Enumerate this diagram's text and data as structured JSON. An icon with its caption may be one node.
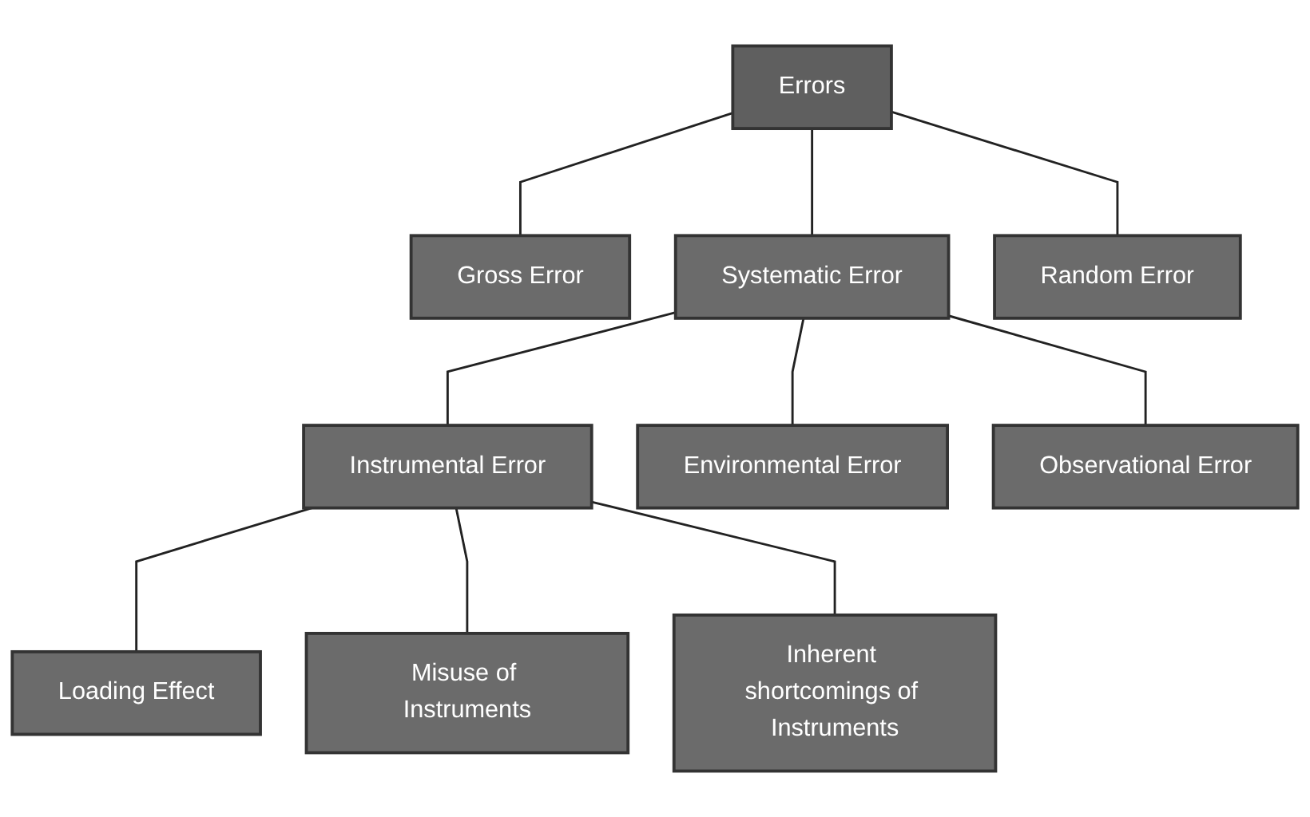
{
  "diagram": {
    "nodes": [
      {
        "text": [
          "Errors"
        ]
      },
      {
        "text": [
          "Gross Error"
        ]
      },
      {
        "text": [
          "Systematic Error"
        ]
      },
      {
        "text": [
          "Random Error"
        ]
      },
      {
        "text": [
          "Instrumental Error"
        ]
      },
      {
        "text": [
          "Environmental Error"
        ]
      },
      {
        "text": [
          "Observational Error"
        ]
      },
      {
        "text": [
          "Loading Effect"
        ]
      },
      {
        "text": [
          "Misuse of Instruments"
        ]
      },
      {
        "text": [
          "Inherent shortcomings of Instruments"
        ]
      }
    ],
    "edges": [
      {
        "from": 0,
        "to": 1,
        "arrow": "none"
      },
      {
        "from": 0,
        "to": 2,
        "arrow": "none"
      },
      {
        "from": 0,
        "to": 3,
        "arrow": "none"
      },
      {
        "from": 2,
        "to": 4,
        "arrow": "none"
      },
      {
        "from": 2,
        "to": 5,
        "arrow": "none"
      },
      {
        "from": 2,
        "to": 6,
        "arrow": "none"
      },
      {
        "from": 4,
        "to": 7,
        "arrow": "none"
      },
      {
        "from": 4,
        "to": 8,
        "arrow": "none"
      },
      {
        "from": 4,
        "to": 9,
        "arrow": "none"
      }
    ]
  }
}
